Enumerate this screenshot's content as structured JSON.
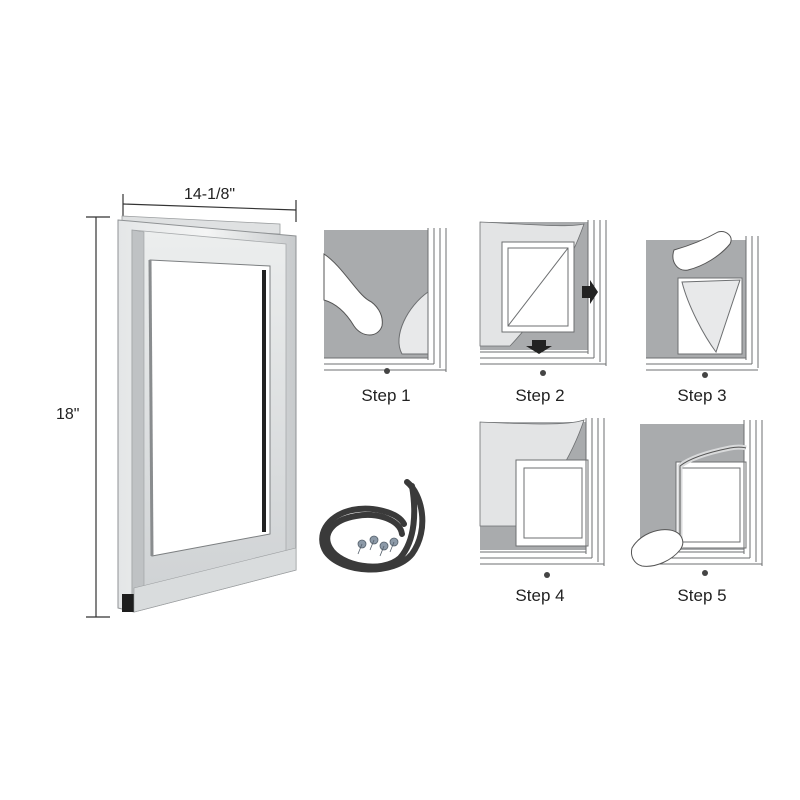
{
  "dimensions": {
    "width": "14-1/8\"",
    "height": "18\""
  },
  "steps": [
    {
      "label": "Step 1"
    },
    {
      "label": "Step 2"
    },
    {
      "label": "Step 3"
    },
    {
      "label": "Step 4"
    },
    {
      "label": "Step 5"
    }
  ],
  "colors": {
    "frame": "#c9ccce",
    "frame_dark": "#9ea2a5",
    "film": "#a9abad",
    "line": "#6d6f71",
    "gasket": "#3a3a3a"
  }
}
